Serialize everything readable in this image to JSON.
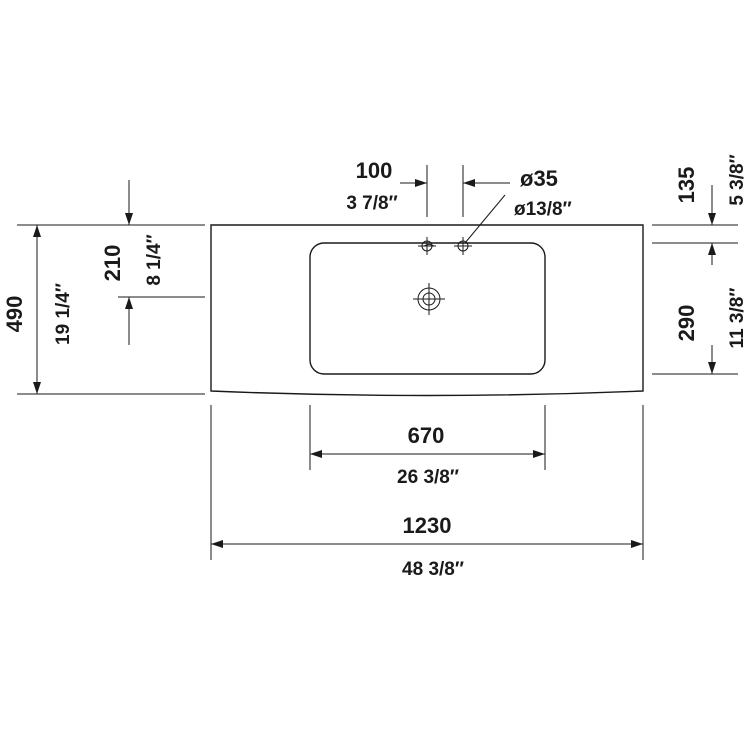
{
  "dimensions": {
    "tap_hole_offset": {
      "mm": "100",
      "inch": "3 7/8″"
    },
    "tap_hole_diameter": {
      "mm": "ø35",
      "inch": "ø13/8″"
    },
    "top_to_tap": {
      "mm": "135",
      "inch": "5 3/8″"
    },
    "bowl_depth": {
      "mm": "290",
      "inch": "11 3/8″"
    },
    "total_depth": {
      "mm": "490",
      "inch": "19 1/4″"
    },
    "front_height": {
      "mm": "210",
      "inch": "8 1/4″"
    },
    "bowl_width": {
      "mm": "670",
      "inch": "26 3/8″"
    },
    "total_width": {
      "mm": "1230",
      "inch": "48 3/8″"
    }
  },
  "colors": {
    "line": "#1a1a1a",
    "background": "#ffffff"
  }
}
